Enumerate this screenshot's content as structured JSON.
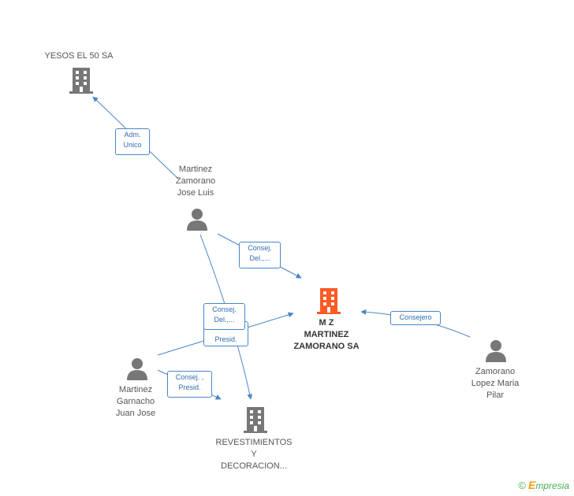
{
  "colors": {
    "company": "#777777",
    "company_main": "#ff5a24",
    "person": "#777777",
    "edge": "#4a86c8"
  },
  "nodes": {
    "yesos": {
      "label": "YESOS EL 50 SA",
      "icon": "building-icon"
    },
    "mz": {
      "label": "M Z\nMARTINEZ\nZAMORANO SA",
      "icon": "building-icon"
    },
    "revest": {
      "label": "REVESTIMIENTOS\nY\nDECORACION...",
      "icon": "building-icon"
    },
    "jose_luis": {
      "label": "Martinez\nZamorano\nJose Luis",
      "icon": "person-icon"
    },
    "juan_jose": {
      "label": "Martinez\nGarnacho\nJuan Jose",
      "icon": "person-icon"
    },
    "maria_pilar": {
      "label": "Zamorano\nLopez Maria\nPilar",
      "icon": "person-icon"
    }
  },
  "edges": {
    "adm_unico": "Adm.\nUnico",
    "consej_del_1": "Consej.\nDel.,...",
    "consej_del_2": "Consej.\nDel.,...",
    "presid": "Presid.",
    "consej_presid": "Consej. ,\nPresid.",
    "consejero": "Consejero"
  },
  "brand": {
    "copyright": "©",
    "name": "mpresia",
    "initial": "E"
  }
}
